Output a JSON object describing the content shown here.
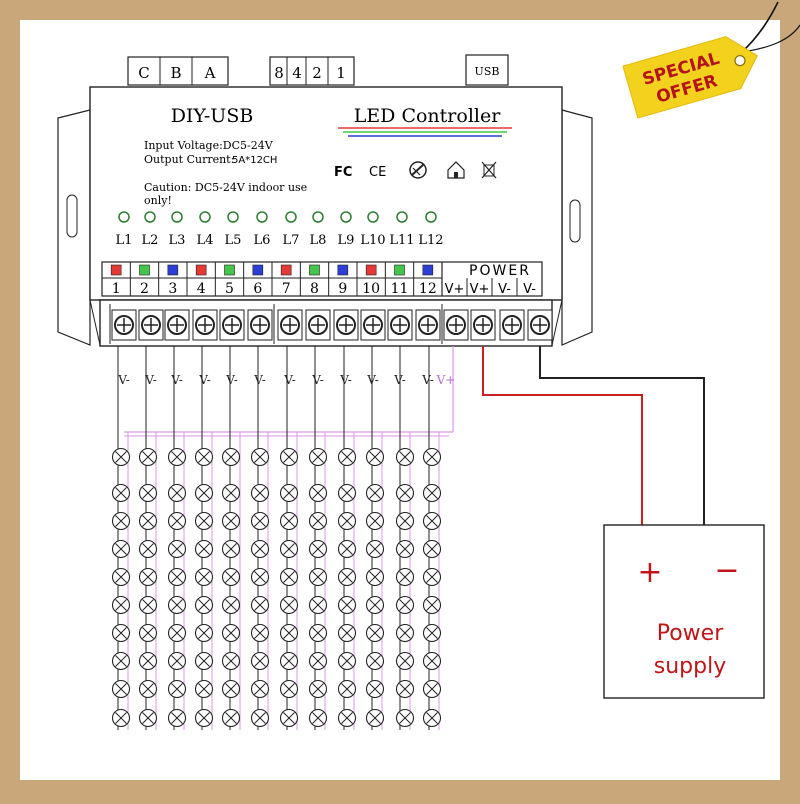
{
  "colors": {
    "frame": "#c9a77a",
    "background": "#ffffff",
    "line": "#222222",
    "wire_red": "#cc1f1f",
    "wire_pink": "#d99ae0",
    "power_text": "#c0161a",
    "badge": "#f3d21e",
    "badge_text": "#b5121b",
    "led_green": "#2e7d32",
    "ch_red": "#e53935",
    "ch_green": "#43c64a",
    "ch_blue": "#2b3fd6"
  },
  "header_boxes": {
    "group_left": [
      "C",
      "B",
      "A"
    ],
    "group_mid": [
      "8",
      "4",
      "2",
      "1"
    ],
    "usb": "USB"
  },
  "controller": {
    "title": "DIY-USB",
    "subtitle": "LED Controller",
    "spec_voltage": "Input Voltage:DC5-24V",
    "spec_current_label": "Output Current:",
    "spec_current_value": "5A*12CH",
    "caution_line1": "Caution: DC5-24V indoor use",
    "caution_line2": "only!",
    "cert_icons": [
      "fc-icon",
      "ce-icon",
      "recycle-icon",
      "house-icon",
      "weee-bin-icon"
    ],
    "cert_fc": "FC",
    "cert_ce": "CE",
    "led_labels": [
      "L1",
      "L2",
      "L3",
      "L4",
      "L5",
      "L6",
      "L7",
      "L8",
      "L9",
      "L10",
      "L11",
      "L12"
    ],
    "channel_numbers": [
      "1",
      "2",
      "3",
      "4",
      "5",
      "6",
      "7",
      "8",
      "9",
      "10",
      "11",
      "12"
    ],
    "channel_colors": [
      "red",
      "green",
      "blue",
      "red",
      "green",
      "blue",
      "red",
      "green",
      "blue",
      "red",
      "green",
      "blue"
    ],
    "power_label": "POWER",
    "power_terminals": [
      "V+",
      "V+",
      "V-",
      "V-"
    ]
  },
  "channel_wire_labels": [
    "V-",
    "V-",
    "V-",
    "V-",
    "V-",
    "V-",
    "V-",
    "V-",
    "V-",
    "V-",
    "V-",
    "V-",
    "V+"
  ],
  "power_supply": {
    "plus": "+",
    "minus": "−",
    "label_line1": "Power",
    "label_line2": "supply"
  },
  "badge": {
    "line1": "SPECIAL",
    "line2": "OFFER"
  }
}
